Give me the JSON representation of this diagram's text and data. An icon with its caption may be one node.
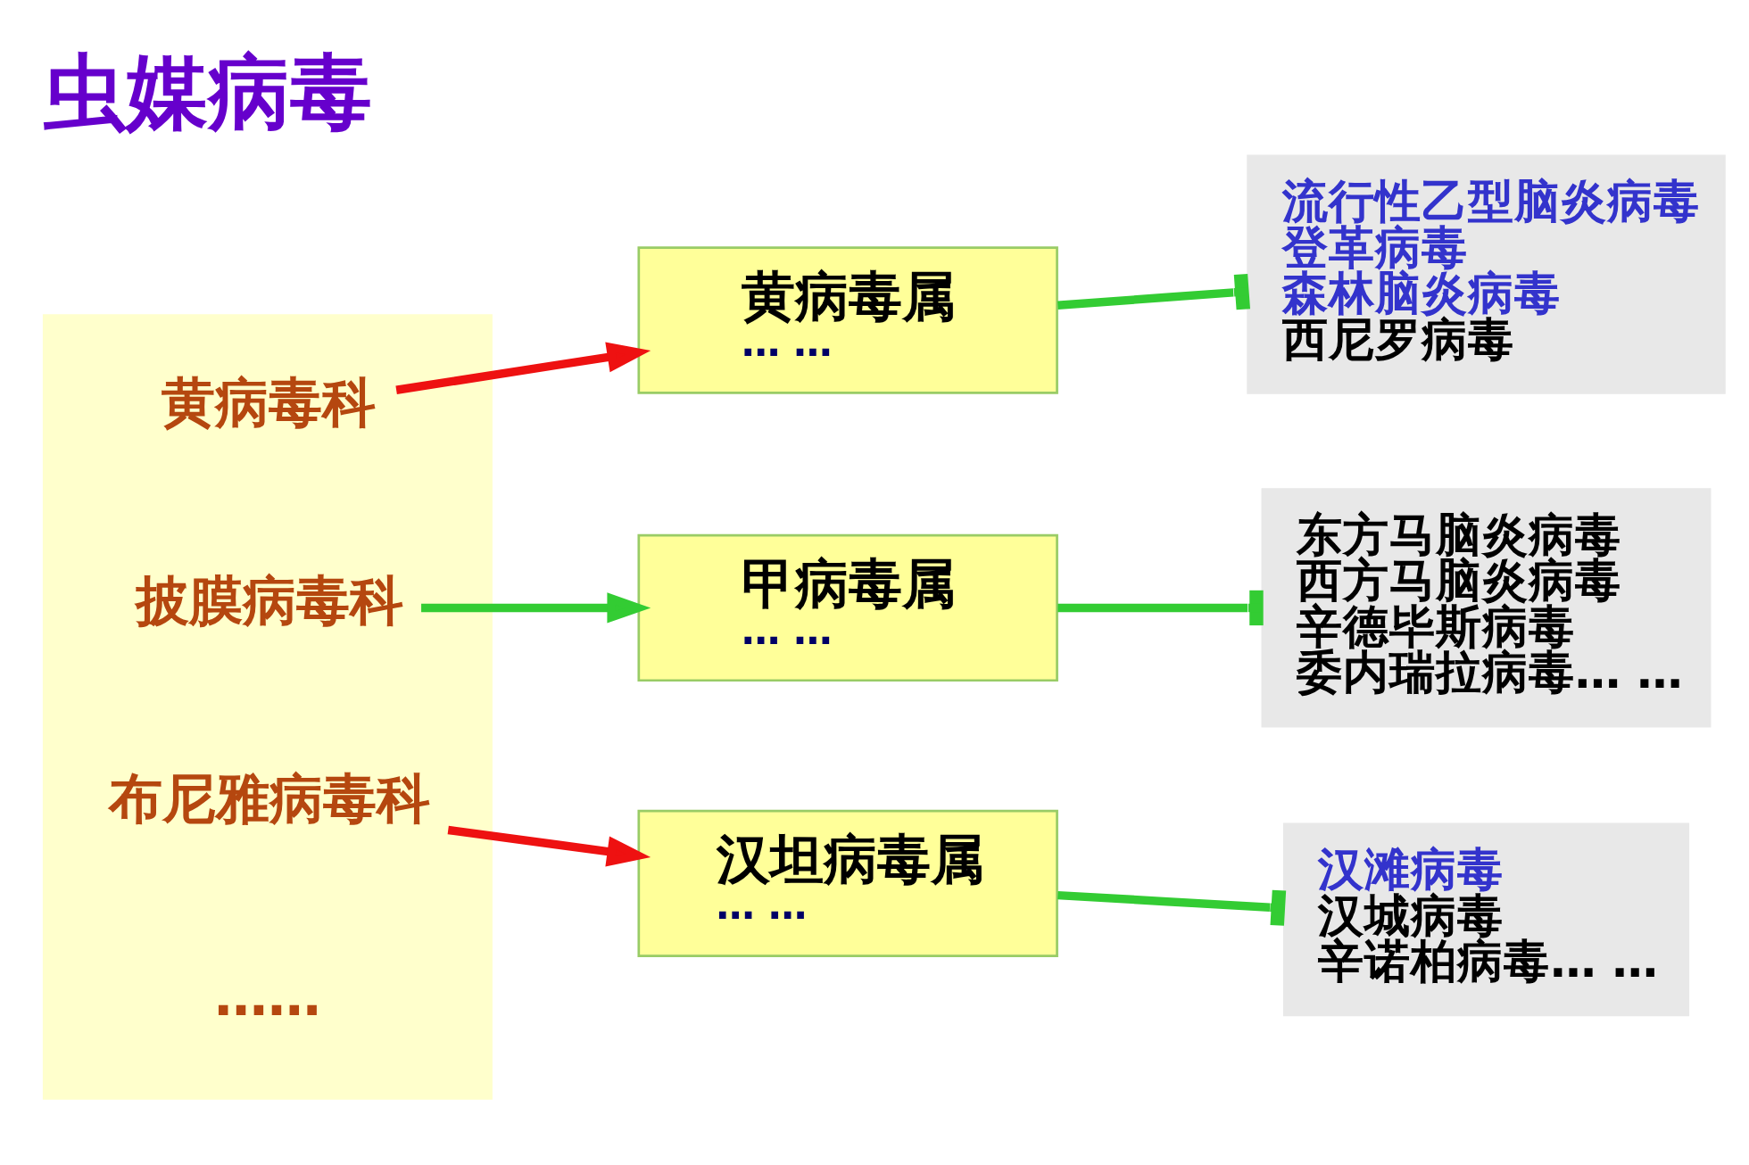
{
  "diagram": {
    "title": "虫媒病毒",
    "nodes": [
      {
        "text": [],
        "shape": "box"
      },
      {
        "text": [
          "黄病毒科"
        ],
        "in": 0
      },
      {
        "text": [
          "披膜病毒科"
        ],
        "in": 0
      },
      {
        "text": [
          "布尼雅病毒科"
        ],
        "in": 0
      },
      {
        "text": [
          "……"
        ],
        "in": 0
      },
      {
        "text": [
          "黄病毒属",
          "… …"
        ]
      },
      {
        "text": [
          "甲病毒属",
          "… …"
        ]
      },
      {
        "text": [
          "汉坦病毒属",
          "… …"
        ]
      },
      {
        "text": [
          "流行性乙型脑炎病毒",
          "登革病毒",
          "森林脑炎病毒",
          "西尼罗病毒"
        ]
      },
      {
        "text": [
          "东方马脑炎病毒",
          "西方马脑炎病毒",
          "辛德毕斯病毒",
          "委内瑞拉病毒… …"
        ]
      },
      {
        "text": [
          "汉滩病毒",
          "汉城病毒",
          "辛诺柏病毒… …"
        ]
      }
    ],
    "edges": [
      {
        "from": 1,
        "to": 5,
        "arrow": "to",
        "color": "#ee1111"
      },
      {
        "from": 2,
        "to": 6,
        "arrow": "to"
      },
      {
        "from": 3,
        "to": 7,
        "arrow": "to",
        "color": "#ee1111"
      },
      {
        "from": 5,
        "to": 8,
        "arrow": "other"
      },
      {
        "from": 6,
        "to": 9,
        "arrow": "other"
      },
      {
        "from": 7,
        "to": 10,
        "arrow": "other"
      }
    ]
  }
}
